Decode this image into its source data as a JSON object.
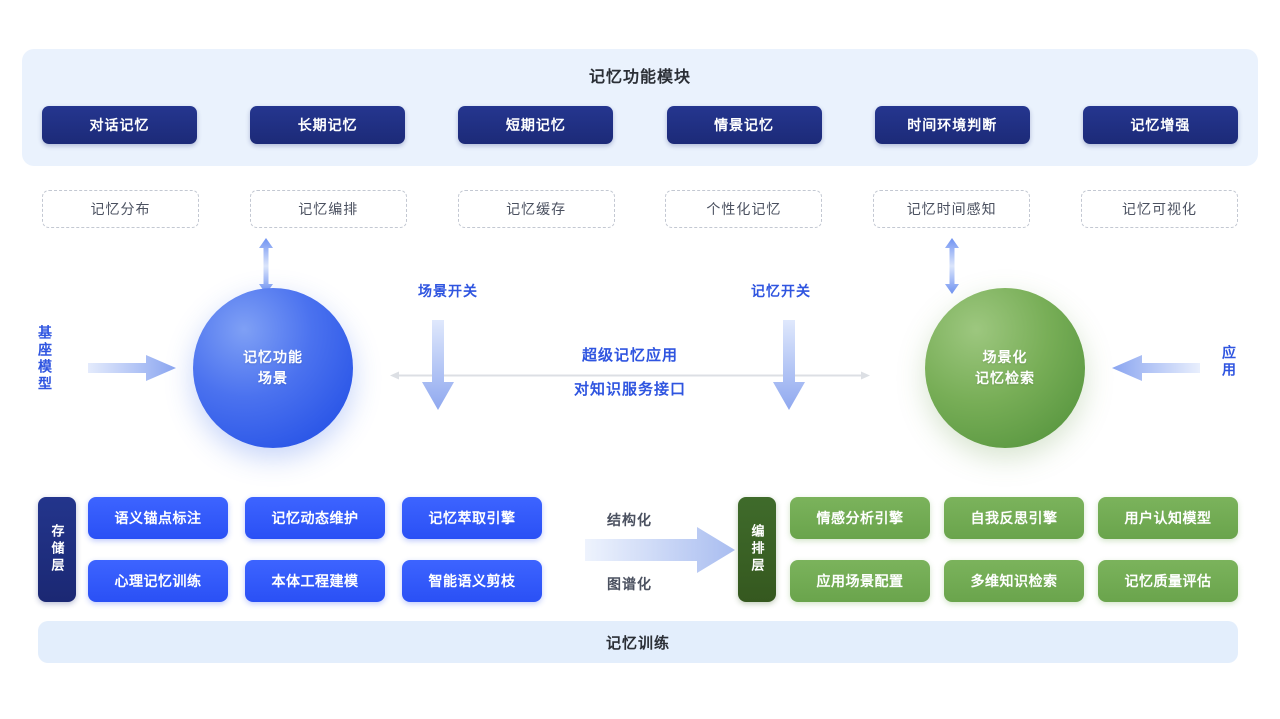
{
  "diagram": {
    "top_panel": {
      "title": "记忆功能模块",
      "modules": [
        {
          "label": "对话记忆"
        },
        {
          "label": "长期记忆"
        },
        {
          "label": "短期记忆"
        },
        {
          "label": "情景记忆"
        },
        {
          "label": "时间环境判断"
        },
        {
          "label": "记忆增强"
        }
      ]
    },
    "dashed_row": [
      {
        "label": "记忆分布"
      },
      {
        "label": "记忆编排"
      },
      {
        "label": "记忆缓存"
      },
      {
        "label": "个性化记忆"
      },
      {
        "label": "记忆时间感知"
      },
      {
        "label": "记忆可视化"
      }
    ],
    "middle": {
      "left_side_label": "基座模型",
      "right_side_label": "应用",
      "left_circle_line1": "记忆功能",
      "left_circle_line2": "场景",
      "right_circle_line1": "场景化",
      "right_circle_line2": "记忆检索",
      "switch_left": "场景开关",
      "switch_right": "记忆开关",
      "center_line1": "超级记忆应用",
      "center_line2": "对知识服务接口"
    },
    "bottom": {
      "storage_layer_label": "存储层",
      "orchestration_layer_label": "编排层",
      "storage_tags_row1": [
        {
          "label": "语义锚点标注"
        },
        {
          "label": "记忆动态维护"
        },
        {
          "label": "记忆萃取引擎"
        }
      ],
      "storage_tags_row2": [
        {
          "label": "心理记忆训练"
        },
        {
          "label": "本体工程建模"
        },
        {
          "label": "智能语义剪枝"
        }
      ],
      "flow_label_top": "结构化",
      "flow_label_bottom": "图谱化",
      "orchestration_tags_row1": [
        {
          "label": "情感分析引擎"
        },
        {
          "label": "自我反思引擎"
        },
        {
          "label": "用户认知模型"
        }
      ],
      "orchestration_tags_row2": [
        {
          "label": "应用场景配置"
        },
        {
          "label": "多维知识检索"
        },
        {
          "label": "记忆质量评估"
        }
      ]
    },
    "footer": {
      "label": "记忆训练"
    },
    "colors": {
      "panel_bg": "#eaf2fd",
      "module_box": "#1c2a78",
      "accent_blue": "#2f55e0",
      "tag_blue": "#2a50f5",
      "tag_green": "#6aa44c",
      "circle_blue": "#2d58e8",
      "circle_green": "#5d9a43",
      "footer_bg": "#e3eefc",
      "dashed_border": "#c3c8d2"
    }
  }
}
